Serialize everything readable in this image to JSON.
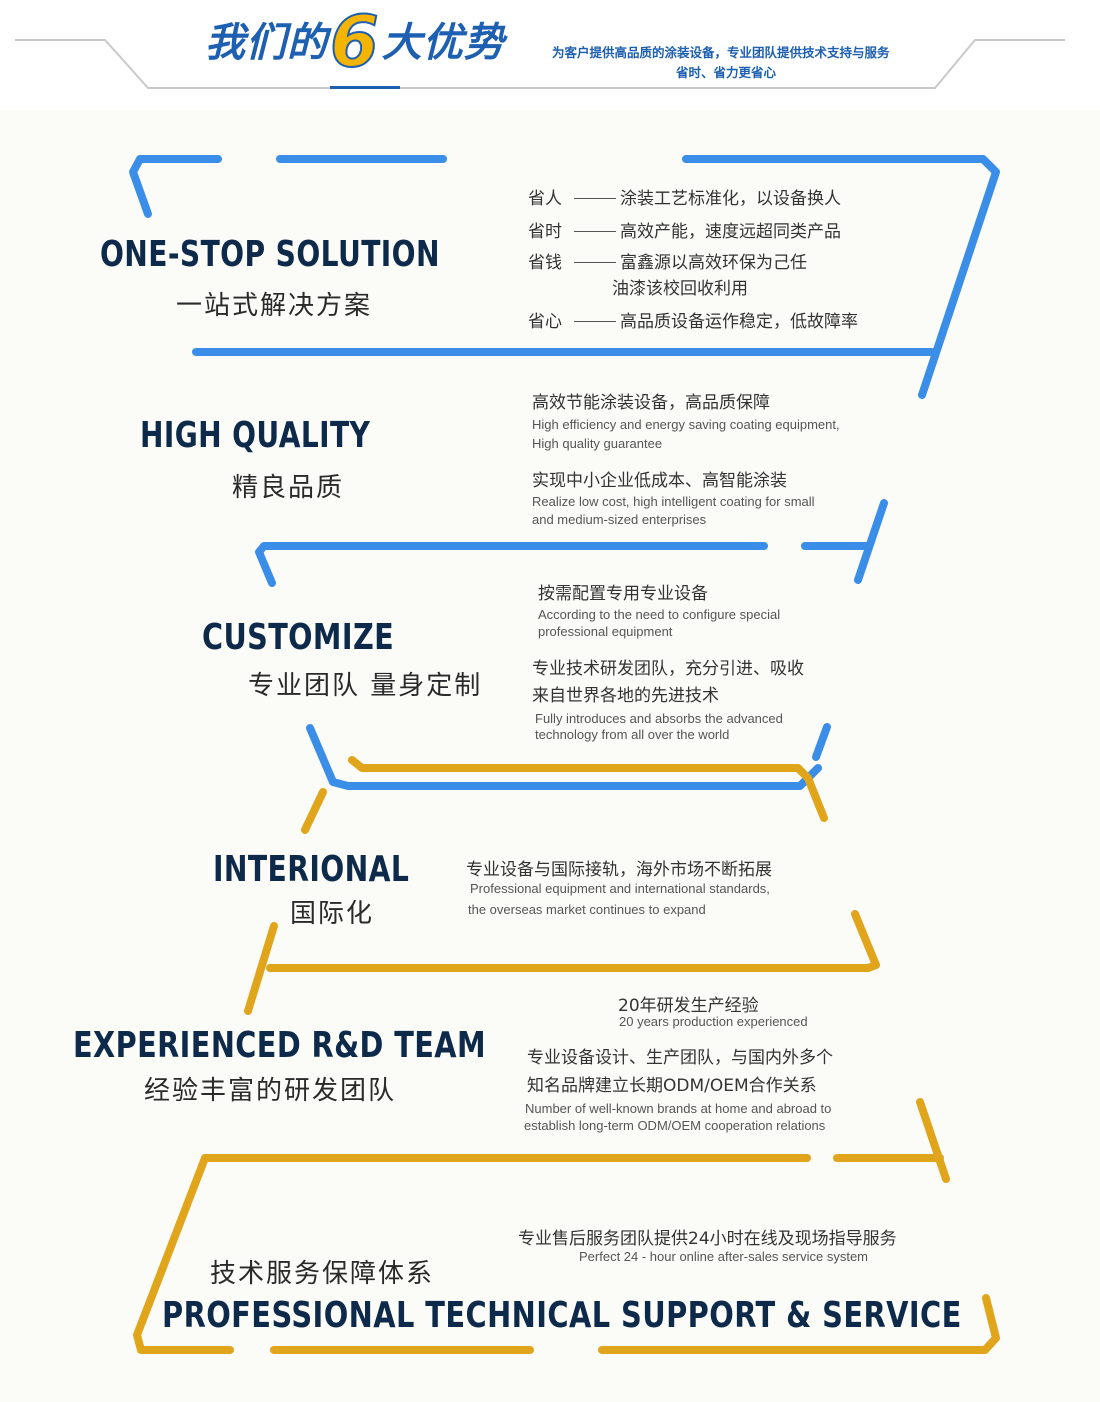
{
  "header": {
    "title_pre": "我们的",
    "title_num": "6",
    "title_post": "大优势",
    "subtitle_line1": "为客户提供高品质的涂装设备，专业团队提供技术支持与服务",
    "subtitle_line2": "省时、省力更省心"
  },
  "colors": {
    "blue": "#3b8ee8",
    "gold": "#e0a51a",
    "navy": "#0e2a4a"
  },
  "sections": {
    "one_stop": {
      "title_en": "ONE-STOP SOLUTION",
      "title_cn": "一站式解决方案",
      "items": [
        {
          "key": "省人",
          "text": "涂装工艺标准化，以设备换人"
        },
        {
          "key": "省时",
          "text": "高效产能，速度远超同类产品"
        },
        {
          "key": "省钱",
          "text": "富鑫源以高效环保为己任"
        },
        {
          "key": "",
          "text": "油漆该校回收利用"
        },
        {
          "key": "省心",
          "text": "高品质设备运作稳定，低故障率"
        }
      ]
    },
    "high_quality": {
      "title_en": "HIGH QUALITY",
      "title_cn": "精良品质",
      "p1_cn": "高效节能涂装设备，高品质保障",
      "p1_en_line1": "High efficiency and energy saving coating equipment,",
      "p1_en_line2": "High quality guarantee",
      "p2_cn": "实现中小企业低成本、高智能涂装",
      "p2_en_line1": "Realize low cost, high intelligent coating for small",
      "p2_en_line2": "and medium-sized enterprises"
    },
    "customize": {
      "title_en": "CUSTOMIZE",
      "title_cn": "专业团队 量身定制",
      "p1_cn": "按需配置专用专业设备",
      "p1_en_line1": "According to the need to configure special",
      "p1_en_line2": "professional equipment",
      "p2_cn_line1": "专业技术研发团队，充分引进、吸收",
      "p2_cn_line2": "来自世界各地的先进技术",
      "p2_en_line1": "Fully introduces and absorbs the advanced",
      "p2_en_line2": "technology from all over the world"
    },
    "international": {
      "title_en": "INTERIONAL",
      "title_cn": "国际化",
      "p1_cn": "专业设备与国际接轨，海外市场不断拓展",
      "p1_en_line1": "Professional equipment and international standards,",
      "p1_en_line2": "the overseas market continues to expand"
    },
    "rd_team": {
      "title_en": "EXPERIENCED R&D TEAM",
      "title_cn": "经验丰富的研发团队",
      "p1_cn": "20年研发生产经验",
      "p1_en": "20 years production experienced",
      "p2_cn_line1": "专业设备设计、生产团队，与国内外多个",
      "p2_cn_line2": "知名品牌建立长期ODM/OEM合作关系",
      "p2_en_line1": "Number of well-known brands at home and abroad to",
      "p2_en_line2": "establish long-term ODM/OEM cooperation relations"
    },
    "support": {
      "title_en": "PROFESSIONAL TECHNICAL SUPPORT & SERVICE",
      "title_cn": "技术服务保障体系",
      "p1_cn": "专业售后服务团队提供24小时在线及现场指导服务",
      "p1_en": "Perfect 24 - hour online after-sales service system"
    }
  }
}
